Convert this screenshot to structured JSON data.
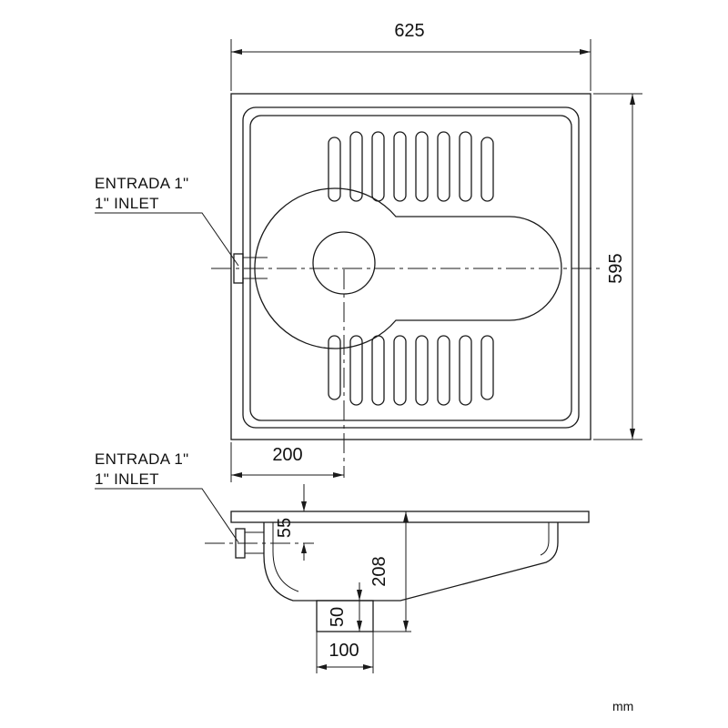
{
  "dimensions": {
    "width": "625",
    "depth": "595",
    "drain_offset": "200",
    "inlet_height": "55",
    "total_height": "208",
    "outlet_height": "50",
    "outlet_width": "100"
  },
  "labels": {
    "top_inlet_es": "ENTRADA 1\"",
    "top_inlet_en": "1\" INLET",
    "side_inlet_es": "ENTRADA 1\"",
    "side_inlet_en": "1\" INLET",
    "unit": "mm"
  },
  "slot_rows": {
    "upper_count": 8,
    "lower_count": 8
  }
}
